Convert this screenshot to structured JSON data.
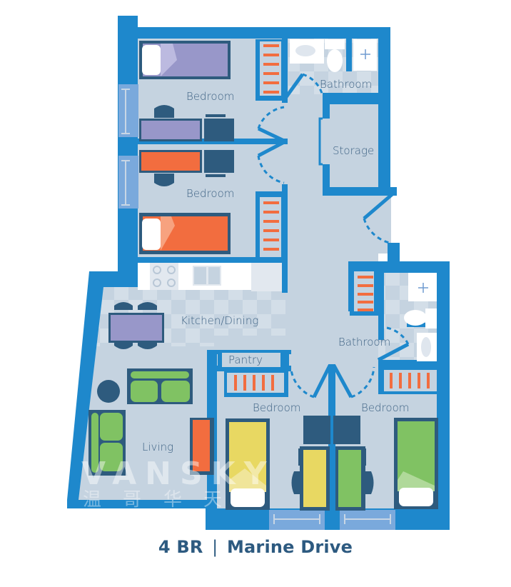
{
  "title": {
    "bedrooms": "4 BR",
    "separator": "|",
    "property_name": "Marine Drive"
  },
  "rooms": {
    "bedroom_top": "Bedroom",
    "bedroom_middle": "Bedroom",
    "bathroom_top": "Bathroom",
    "storage": "Storage",
    "kitchen_dining": "Kitchen/Dining",
    "living": "Living",
    "pantry": "Pantry",
    "bathroom_right": "Bathroom",
    "bedroom_bottom_left": "Bedroom",
    "bedroom_bottom_right": "Bedroom"
  },
  "watermark": {
    "latin": "VANSKY",
    "chinese": [
      "温",
      "哥",
      "华",
      "天"
    ]
  },
  "colors": {
    "wall": "#1e88cc",
    "floor": "#c5d3e0",
    "tile_light": "#d3dee8",
    "furniture_dark": "#2e5b7e",
    "purple": "#9897c9",
    "orange": "#f26d3f",
    "yellow": "#e8d862",
    "green": "#80c263",
    "window": "#7aa9dc",
    "title": "#2d5a80"
  }
}
